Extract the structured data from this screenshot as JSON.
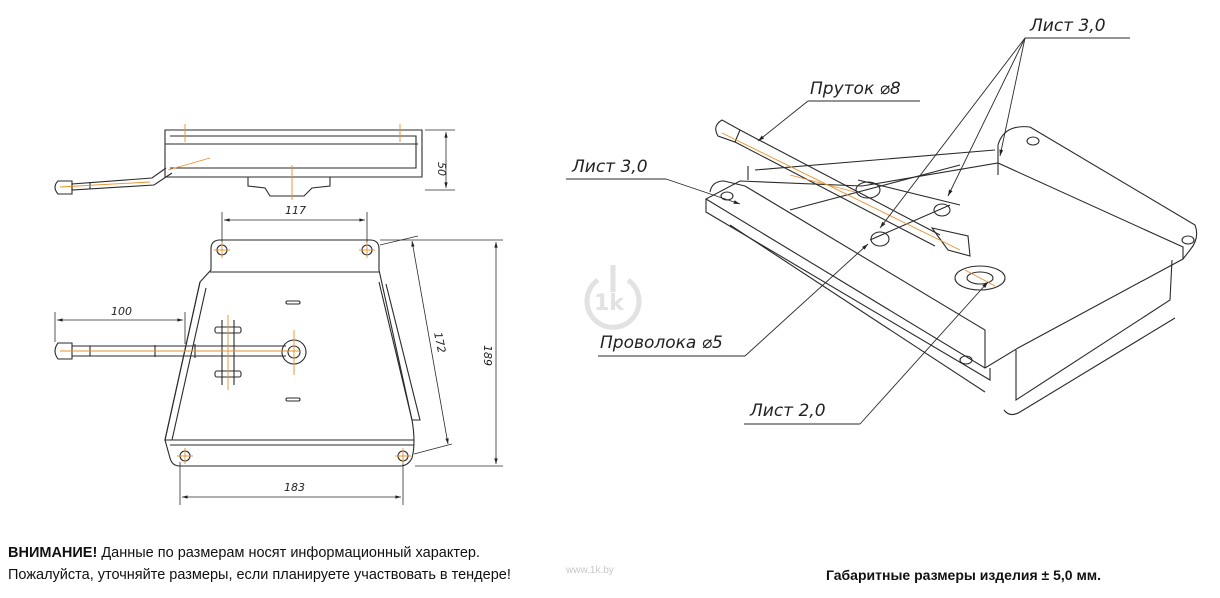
{
  "drawing": {
    "side_view": {
      "dimension_height": "50"
    },
    "top_view": {
      "dim_hole_spacing": "117",
      "dim_handle_length": "100",
      "dim_slant": "172",
      "dim_total_height": "189",
      "dim_bottom_width": "183"
    },
    "callouts": {
      "sheet_top": "Лист 3,0",
      "rod": "Пруток ⌀8",
      "sheet_left": "Лист 3,0",
      "wire": "Проволока ⌀5",
      "sheet_bottom": "Лист 2,0"
    },
    "watermark": {
      "logo_text": "1k",
      "site_text": "www.1k.by"
    }
  },
  "notice": {
    "heading": "ВНИМАНИЕ!",
    "line1": "Данные по размерам носят информационный характер.",
    "line2": "Пожалуйста, уточняйте размеры, если планируете участвовать в тендере!"
  },
  "tolerance": "Габаритные размеры изделия ± 5,0 мм.",
  "colors": {
    "line": "#2a2a2a",
    "centerline": "#e8902a"
  }
}
